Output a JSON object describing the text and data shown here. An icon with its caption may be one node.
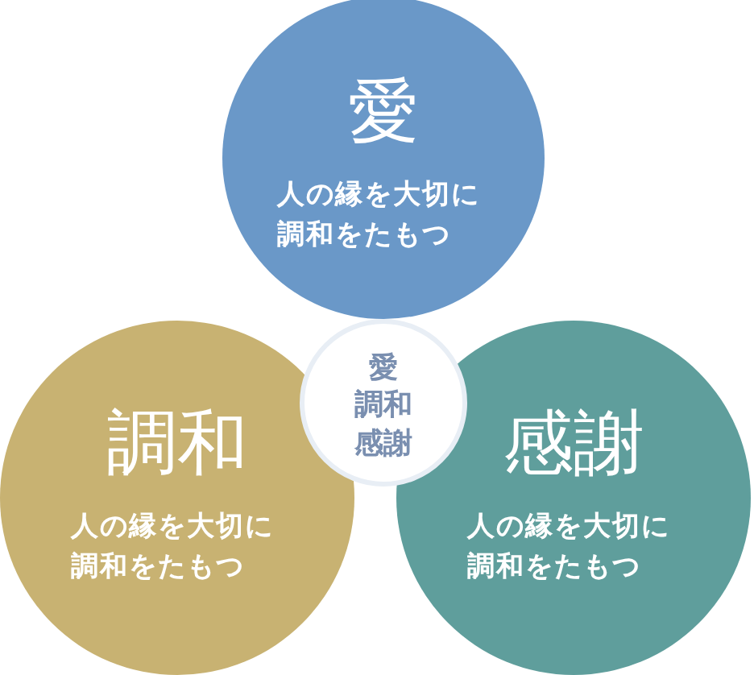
{
  "diagram": {
    "nodes": [
      {
        "text": [
          "愛",
          "人の縁を大切に調和をたもつ"
        ]
      },
      {
        "text": [
          "調和",
          "人の縁を大切に調和をたもつ"
        ]
      },
      {
        "text": [
          "感謝",
          "人の縁を大切に調和をたもつ"
        ]
      },
      {
        "text": [
          "愛",
          "調和",
          "感謝"
        ]
      }
    ],
    "edges": []
  }
}
